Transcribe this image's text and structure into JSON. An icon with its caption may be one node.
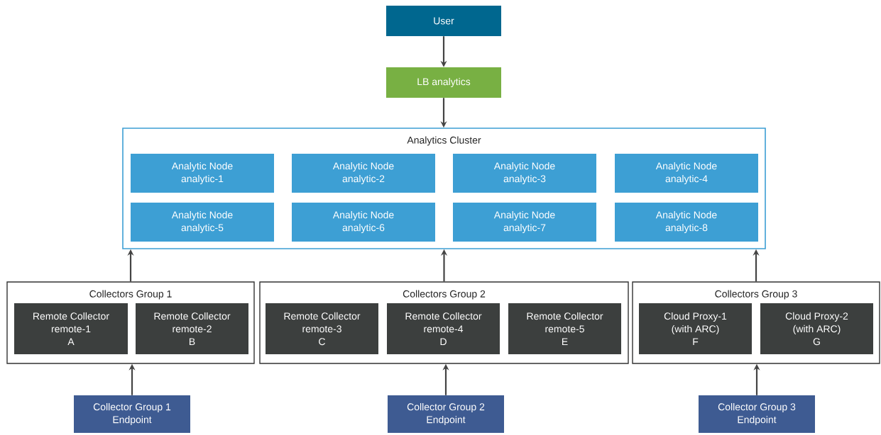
{
  "diagram": {
    "nodes": [
      {
        "text": [
          "User"
        ]
      },
      {
        "text": [
          "LB analytics"
        ]
      },
      {
        "text": [
          "Analytics Cluster"
        ]
      },
      {
        "text": [
          "Analytic Node",
          "analytic-1"
        ],
        "in": 2
      },
      {
        "text": [
          "Analytic Node",
          "analytic-2"
        ],
        "in": 2
      },
      {
        "text": [
          "Analytic Node",
          "analytic-3"
        ],
        "in": 2
      },
      {
        "text": [
          "Analytic Node",
          "analytic-4"
        ],
        "in": 2
      },
      {
        "text": [
          "Analytic Node",
          "analytic-5"
        ],
        "in": 2
      },
      {
        "text": [
          "Analytic Node",
          "analytic-6"
        ],
        "in": 2
      },
      {
        "text": [
          "Analytic Node",
          "analytic-7"
        ],
        "in": 2
      },
      {
        "text": [
          "Analytic Node",
          "analytic-8"
        ],
        "in": 2
      },
      {
        "text": [
          "Collectors Group 1"
        ]
      },
      {
        "text": [
          "Remote Collector",
          "remote-1",
          "A"
        ],
        "in": 11
      },
      {
        "text": [
          "Remote Collector",
          "remote-2",
          "B"
        ],
        "in": 11
      },
      {
        "text": [
          "Collectors Group 2"
        ]
      },
      {
        "text": [
          "Remote Collector",
          "remote-3",
          "C"
        ],
        "in": 14
      },
      {
        "text": [
          "Remote Collector",
          "remote-4",
          "D"
        ],
        "in": 14
      },
      {
        "text": [
          "Remote Collector",
          "remote-5",
          "E"
        ],
        "in": 14
      },
      {
        "text": [
          "Collectors Group 3"
        ]
      },
      {
        "text": [
          "Cloud Proxy-1",
          "(with ARC)",
          "F"
        ],
        "in": 18
      },
      {
        "text": [
          "Cloud Proxy-2",
          "(with ARC)",
          "G"
        ],
        "in": 18
      },
      {
        "text": [
          "Collector Group 1",
          "Endpoint"
        ]
      },
      {
        "text": [
          "Collector Group 2",
          "Endpoint"
        ]
      },
      {
        "text": [
          "Collector Group 3",
          "Endpoint"
        ]
      }
    ],
    "edges": [
      {
        "from": 0,
        "to": 1,
        "arrow": "to"
      },
      {
        "from": 1,
        "to": 2,
        "arrow": "to"
      },
      {
        "from": 11,
        "to": 2,
        "arrow": "to"
      },
      {
        "from": 14,
        "to": 2,
        "arrow": "to"
      },
      {
        "from": 18,
        "to": 2,
        "arrow": "to"
      },
      {
        "from": 21,
        "to": 11,
        "arrow": "to"
      },
      {
        "from": 22,
        "to": 14,
        "arrow": "to"
      },
      {
        "from": 23,
        "to": 18,
        "arrow": "to"
      }
    ]
  }
}
